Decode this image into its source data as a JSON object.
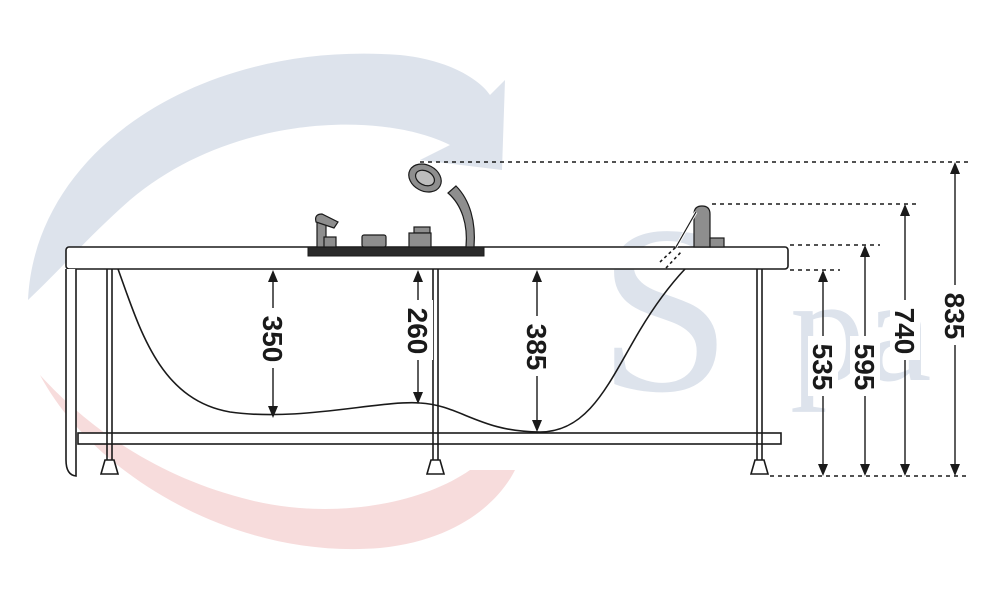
{
  "watermark": {
    "letters": [
      "S",
      "pa"
    ],
    "colors": {
      "blue": "#dde3ec",
      "red": "#f7dcdc"
    }
  },
  "dimensions": {
    "interior_depths": [
      {
        "id": "depth-left",
        "label": "350"
      },
      {
        "id": "depth-middle",
        "label": "260"
      },
      {
        "id": "depth-deep",
        "label": "385"
      }
    ],
    "heights": [
      {
        "id": "height-rim-inner",
        "label": "535"
      },
      {
        "id": "height-rim-outer",
        "label": "595"
      },
      {
        "id": "height-spout",
        "label": "740"
      },
      {
        "id": "height-shower",
        "label": "835"
      }
    ]
  },
  "colors": {
    "line": "#1a1a1a",
    "faucet_grey": "#8e8e8e",
    "deck_plate": "#2a2a2a"
  }
}
